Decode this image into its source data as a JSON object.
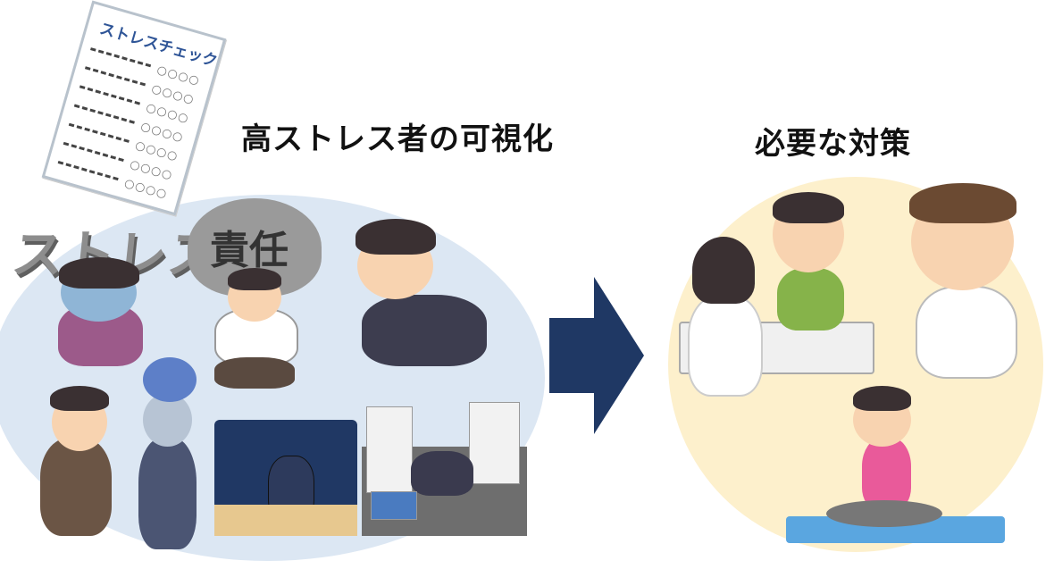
{
  "left_section": {
    "title": "高ストレス者の可視化",
    "stress_check_sheet": {
      "title": "ストレスチェック",
      "rows": 7,
      "boxes": "○○○○"
    },
    "stress_lettering": "ストレス",
    "rock_lettering": "責任"
  },
  "right_section": {
    "title": "必要な対策"
  },
  "colors": {
    "arrow": "#1f3864",
    "left_bg": "#dce7f3",
    "right_bg": "#fdf0cc"
  }
}
